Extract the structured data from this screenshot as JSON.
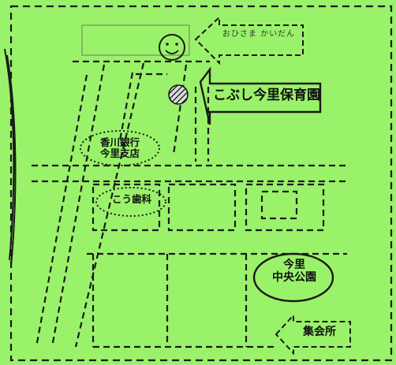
{
  "map": {
    "background_color": "#9af26a",
    "line_color": "#1a1a1a",
    "labels": {
      "top_sign": "おひさま かいだん",
      "nursery": "こぶし今里保育園",
      "bank": [
        "香川銀行",
        "今里支店"
      ],
      "dental": "こう歯科",
      "park": [
        "今里",
        "中央公園"
      ],
      "hall": "集会所"
    },
    "icons": [
      "smiley-face-icon",
      "hatched-circle-marker-icon",
      "left-arrow-sign-icon"
    ]
  }
}
